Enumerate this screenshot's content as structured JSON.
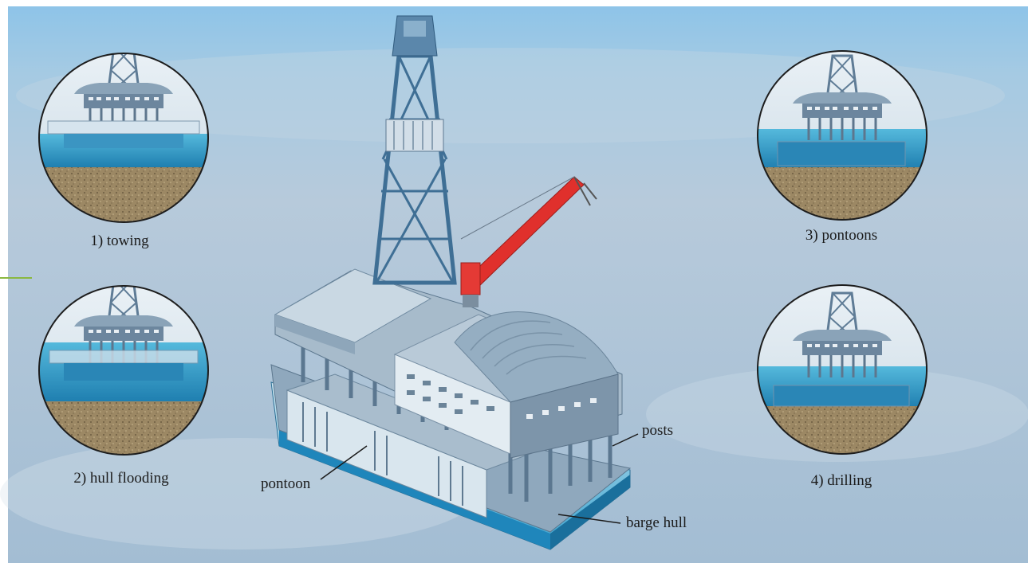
{
  "steps": [
    {
      "label": "1) towing"
    },
    {
      "label": "2) hull flooding"
    },
    {
      "label": "3) pontoons"
    },
    {
      "label": "4) drilling"
    }
  ],
  "callouts": {
    "posts": "posts",
    "pontoon": "pontoon",
    "barge_hull": "barge hull"
  },
  "colors": {
    "sky_top": "#8fc3e6",
    "sea": "#a9c2d8",
    "water": "#2e9cc6",
    "seabed": "#9a8562",
    "steel": "#7f9ab3",
    "crane": "#e0302c",
    "accent_line": "#8ab840"
  }
}
